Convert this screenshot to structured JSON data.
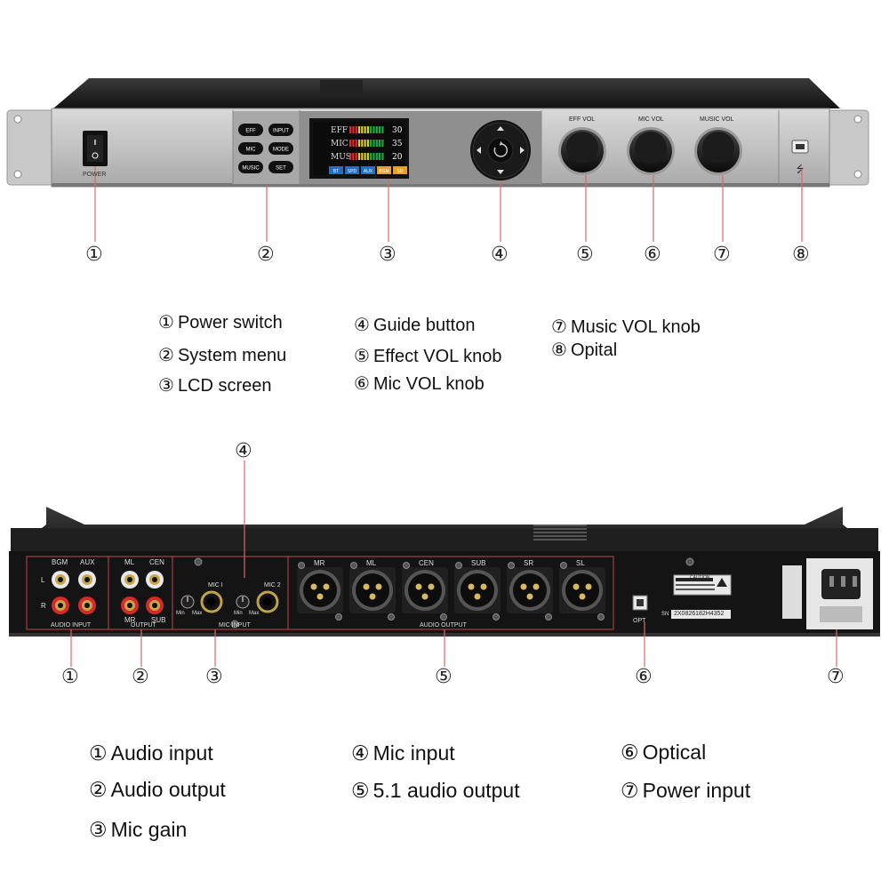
{
  "front_panel": {
    "power_label": "POWER",
    "menu_buttons": [
      "EFF",
      "INPUT",
      "MIC",
      "MODE",
      "MUSIC",
      "SET"
    ],
    "lcd": {
      "rows": [
        {
          "label": "EFF",
          "value": "30"
        },
        {
          "label": "MIC",
          "value": "35"
        },
        {
          "label": "MUS",
          "value": "20"
        }
      ],
      "tabs": [
        "BT",
        "SPD",
        "AUX",
        "BGM",
        "SD"
      ]
    },
    "knob_labels": [
      "EFF VOL",
      "MIC VOL",
      "MUSIC VOL"
    ],
    "callouts": [
      "①",
      "②",
      "③",
      "④",
      "⑤",
      "⑥",
      "⑦",
      "⑧"
    ],
    "legend": [
      {
        "num": "①",
        "text": "Power switch"
      },
      {
        "num": "②",
        "text": "System menu"
      },
      {
        "num": "③",
        "text": "LCD screen"
      },
      {
        "num": "④",
        "text": "Guide button"
      },
      {
        "num": "⑤",
        "text": "Effect VOL knob"
      },
      {
        "num": "⑥",
        "text": "Mic VOL knob"
      },
      {
        "num": "⑦",
        "text": "Music VOL knob"
      },
      {
        "num": "⑧",
        "text": "Opital"
      }
    ]
  },
  "rear_panel": {
    "audio_input_labels": [
      "BGM",
      "AUX",
      "L",
      "R"
    ],
    "audio_input_title": "AUDIO INPUT",
    "output_labels": [
      "ML",
      "CEN",
      "MR",
      "SUB"
    ],
    "output_title": "OUTPUT",
    "mic_labels": [
      "MIC I",
      "MIC 2",
      "Min",
      "Max",
      "Min",
      "Max"
    ],
    "mic_title": "MIC INPUT",
    "xlr_labels": [
      "MR",
      "ML",
      "CEN",
      "SUB",
      "SR",
      "SL"
    ],
    "xlr_title": "AUDIO OUTPUT",
    "opt_label": "OPT",
    "sn_label": "SN",
    "sn_value": "2X0826182H4352",
    "caution_label": "CAUTION",
    "callout_top": "④",
    "callouts": [
      "①",
      "②",
      "③",
      "⑤",
      "⑥",
      "⑦"
    ],
    "legend": [
      {
        "num": "①",
        "text": "Audio input"
      },
      {
        "num": "②",
        "text": "Audio output"
      },
      {
        "num": "③",
        "text": "Mic gain"
      },
      {
        "num": "④",
        "text": "Mic input"
      },
      {
        "num": "⑤",
        "text": "5.1 audio output"
      },
      {
        "num": "⑥",
        "text": "Optical"
      },
      {
        "num": "⑦",
        "text": "Power input"
      }
    ]
  }
}
